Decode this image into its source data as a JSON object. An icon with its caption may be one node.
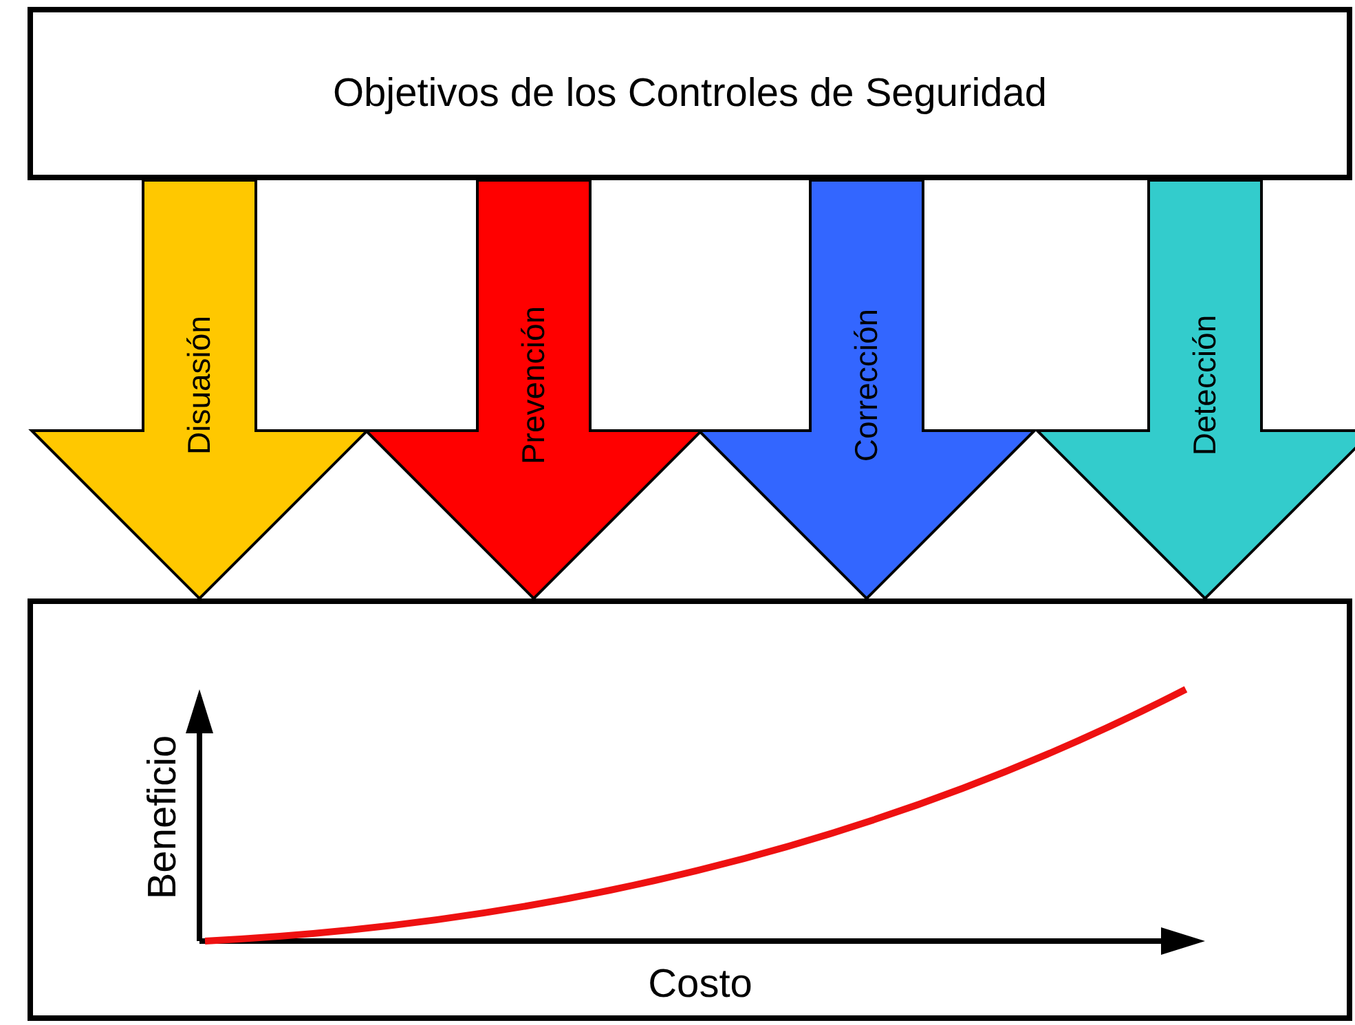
{
  "diagram": {
    "nodes": [
      {
        "text": [
          "Objetivos de los Controles de Seguridad"
        ]
      },
      {
        "text": [
          "Beneficio",
          "Costo"
        ]
      }
    ],
    "edges": [
      {
        "from": 0,
        "to": 1,
        "arrow": "to",
        "label": "Disuasión",
        "style": "thick",
        "color": "#ffc800"
      },
      {
        "from": 0,
        "to": 1,
        "arrow": "to",
        "label": "Prevención",
        "style": "thick",
        "color": "#ff0000"
      },
      {
        "from": 0,
        "to": 1,
        "arrow": "to",
        "label": "Corrección",
        "style": "thick",
        "color": "#3366ff"
      },
      {
        "from": 0,
        "to": 1,
        "arrow": "to",
        "label": "Detección",
        "style": "thick",
        "color": "#33cccc"
      }
    ]
  }
}
